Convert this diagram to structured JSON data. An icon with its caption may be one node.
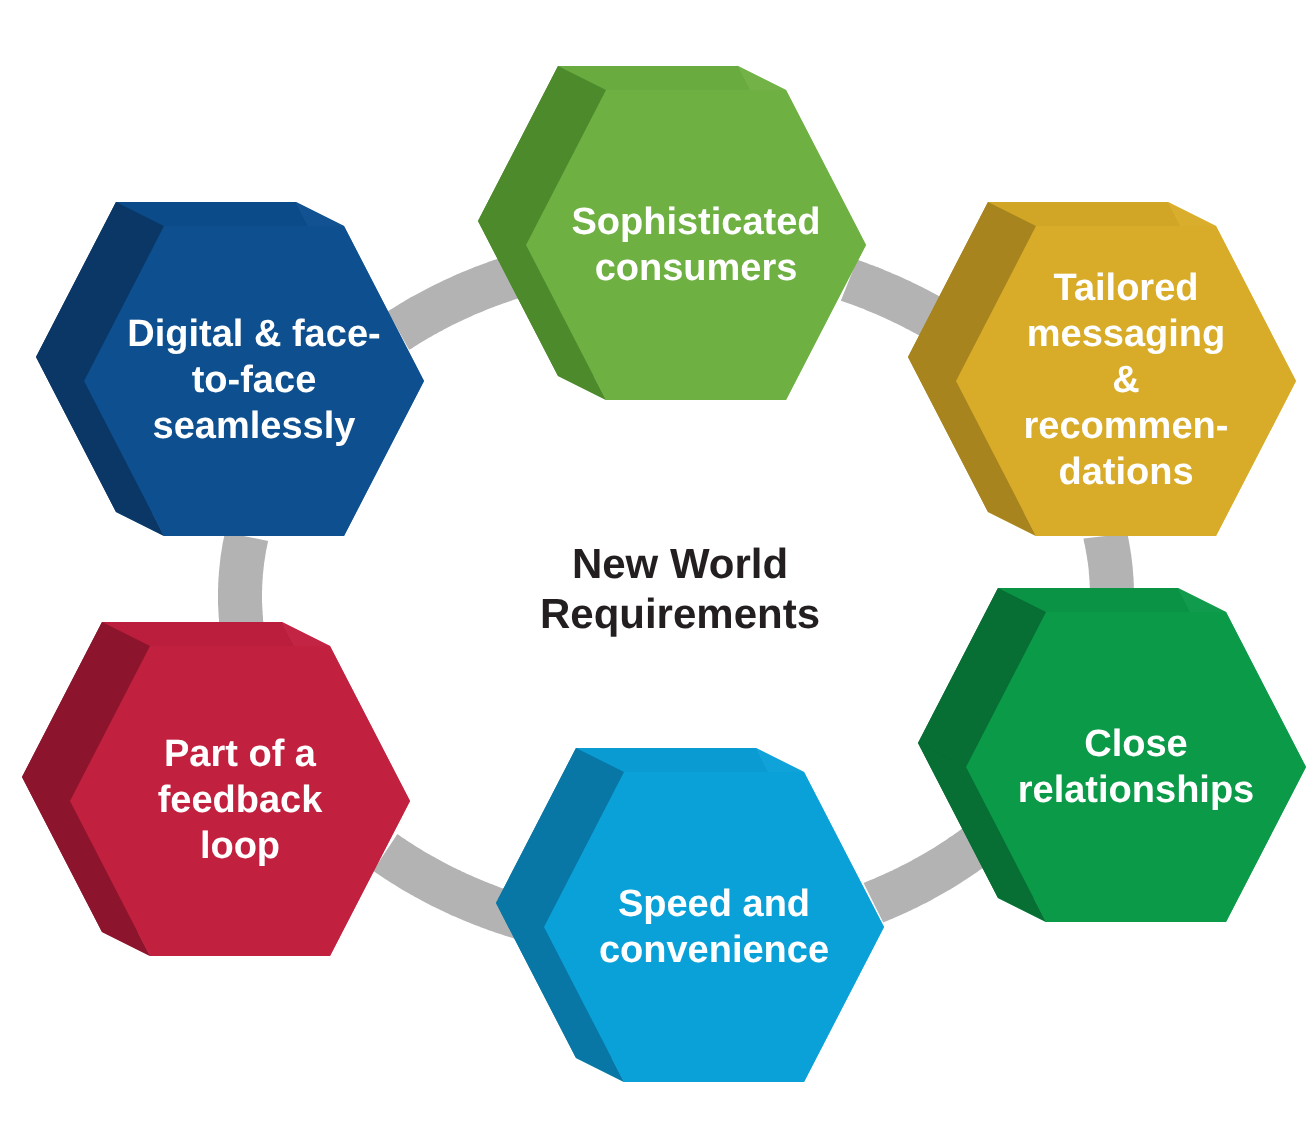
{
  "diagram": {
    "nodes": [
      {
        "text": [
          "Sophisticated consumers"
        ]
      },
      {
        "text": [
          "Tailored messaging & recommen-dations"
        ]
      },
      {
        "text": [
          "Close relationships"
        ]
      },
      {
        "text": [
          "Speed and convenience"
        ]
      },
      {
        "text": [
          "Part of a feedback loop"
        ]
      },
      {
        "text": [
          "Digital & face-to-face seamlessly"
        ]
      }
    ],
    "edges": [
      {
        "from": 0,
        "to": 1,
        "arrow": "none"
      },
      {
        "from": 1,
        "to": 2,
        "arrow": "none"
      },
      {
        "from": 2,
        "to": 3,
        "arrow": "none"
      },
      {
        "from": 3,
        "to": 4,
        "arrow": "none"
      },
      {
        "from": 4,
        "to": 5,
        "arrow": "none"
      },
      {
        "from": 5,
        "to": 0,
        "arrow": "none"
      }
    ],
    "labels": [
      "New World Requirements"
    ]
  }
}
